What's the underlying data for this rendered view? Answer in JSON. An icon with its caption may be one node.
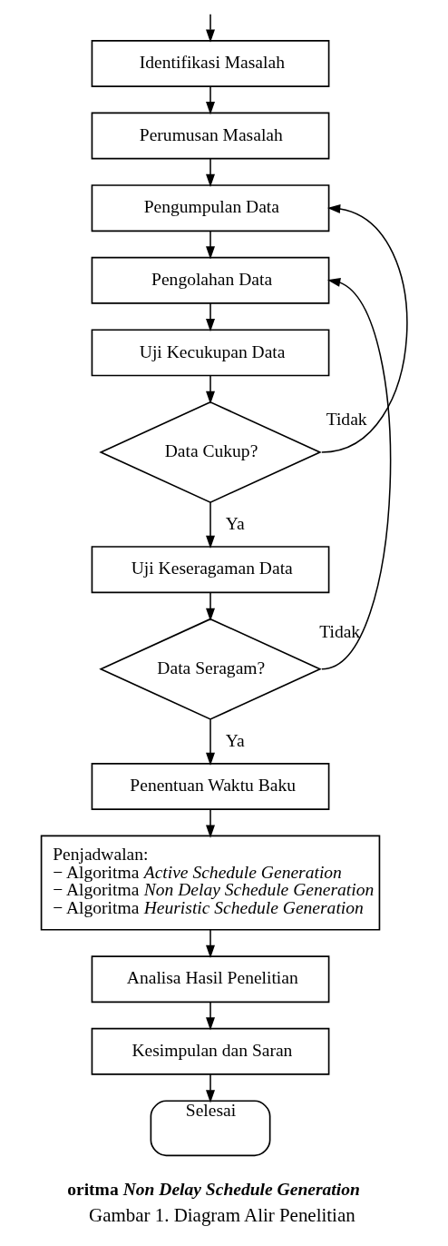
{
  "diagram": {
    "caption": "Gambar 1. Diagram Alir Penelitian",
    "nodes": [
      {
        "text": [
          "Identifikasi Masalah"
        ]
      },
      {
        "text": [
          "Perumusan Masalah"
        ]
      },
      {
        "text": [
          "Pengumpulan Data"
        ]
      },
      {
        "text": [
          "Pengolahan Data"
        ]
      },
      {
        "text": [
          "Uji Kecukupan Data"
        ]
      },
      {
        "text": [
          "Data Cukup?"
        ]
      },
      {
        "text": [
          "Uji Keseragaman Data"
        ]
      },
      {
        "text": [
          "Data Seragam?"
        ]
      },
      {
        "text": [
          "Penentuan Waktu Baku"
        ]
      },
      {
        "text": [
          "Penjadwalan:",
          "− Algoritma *Active Schedule Generation*",
          "− Algoritma *Non Delay Schedule Generation*",
          "− Algoritma *Heuristic Schedule Generation*"
        ]
      },
      {
        "text": [
          "Analisa Hasil Penelitian"
        ]
      },
      {
        "text": [
          "Kesimpulan dan Saran"
        ]
      },
      {
        "text": [
          "Selesai"
        ]
      }
    ],
    "edges": [
      {
        "from": null,
        "to": 0,
        "arrow": "to"
      },
      {
        "from": 0,
        "to": 1,
        "arrow": "to"
      },
      {
        "from": 1,
        "to": 2,
        "arrow": "to"
      },
      {
        "from": 2,
        "to": 3,
        "arrow": "to"
      },
      {
        "from": 3,
        "to": 4,
        "arrow": "to"
      },
      {
        "from": 4,
        "to": 5,
        "arrow": "to"
      },
      {
        "from": 5,
        "to": 2,
        "arrow": "to",
        "label": "Tidak"
      },
      {
        "from": 5,
        "to": 6,
        "arrow": "to",
        "label": "Ya"
      },
      {
        "from": 6,
        "to": 7,
        "arrow": "to"
      },
      {
        "from": 7,
        "to": 3,
        "arrow": "to",
        "label": "Tidak"
      },
      {
        "from": 7,
        "to": 8,
        "arrow": "to",
        "label": "Ya"
      },
      {
        "from": 8,
        "to": 9,
        "arrow": "to"
      },
      {
        "from": 9,
        "to": 10,
        "arrow": "to"
      },
      {
        "from": 10,
        "to": 11,
        "arrow": "to"
      },
      {
        "from": 11,
        "to": 12,
        "arrow": "to"
      }
    ],
    "labels": [
      "oritma *Non Delay Schedule Generation*"
    ]
  }
}
